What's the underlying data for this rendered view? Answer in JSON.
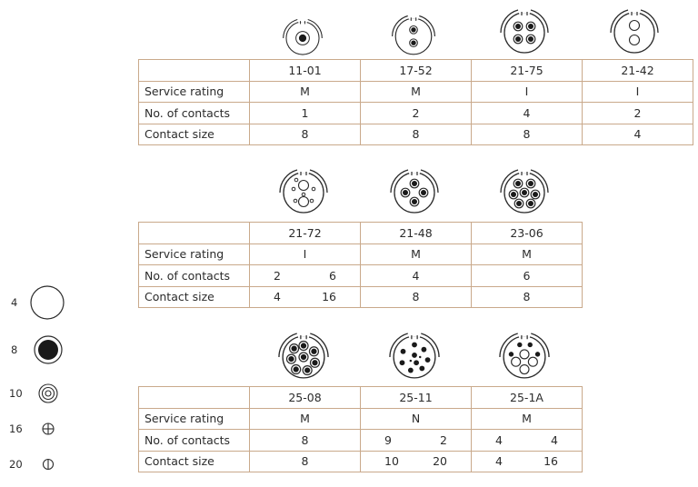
{
  "row_labels": [
    "Service rating",
    "No. of contacts",
    "Contact size"
  ],
  "table1": {
    "codes": [
      "11-01",
      "17-52",
      "21-75",
      "21-42"
    ],
    "service": [
      "M",
      "M",
      "I",
      "I"
    ],
    "contacts": [
      "1",
      "2",
      "4",
      "2"
    ],
    "size": [
      "8",
      "8",
      "8",
      "4"
    ]
  },
  "table2": {
    "codes": [
      "21-72",
      "21-48",
      "23-06"
    ],
    "service": [
      "I",
      "M",
      "M"
    ],
    "contacts_split": [
      "2",
      "6"
    ],
    "contacts": [
      "",
      "4",
      "6"
    ],
    "size_split": [
      "4",
      "16"
    ],
    "size": [
      "",
      "8",
      "8"
    ]
  },
  "table3": {
    "codes": [
      "25-08",
      "25-11",
      "25-1A"
    ],
    "service": [
      "M",
      "N",
      "M"
    ],
    "contacts": [
      "8"
    ],
    "contacts_split_2": [
      "9",
      "2"
    ],
    "contacts_split_3": [
      "4",
      "4"
    ],
    "size": [
      "8"
    ],
    "size_split_2": [
      "10",
      "20"
    ],
    "size_split_3": [
      "4",
      "16"
    ]
  },
  "legend": [
    "4",
    "8",
    "10",
    "16",
    "20"
  ],
  "colors": {
    "border": "#c9a98b",
    "ink": "#2b2b2b"
  }
}
